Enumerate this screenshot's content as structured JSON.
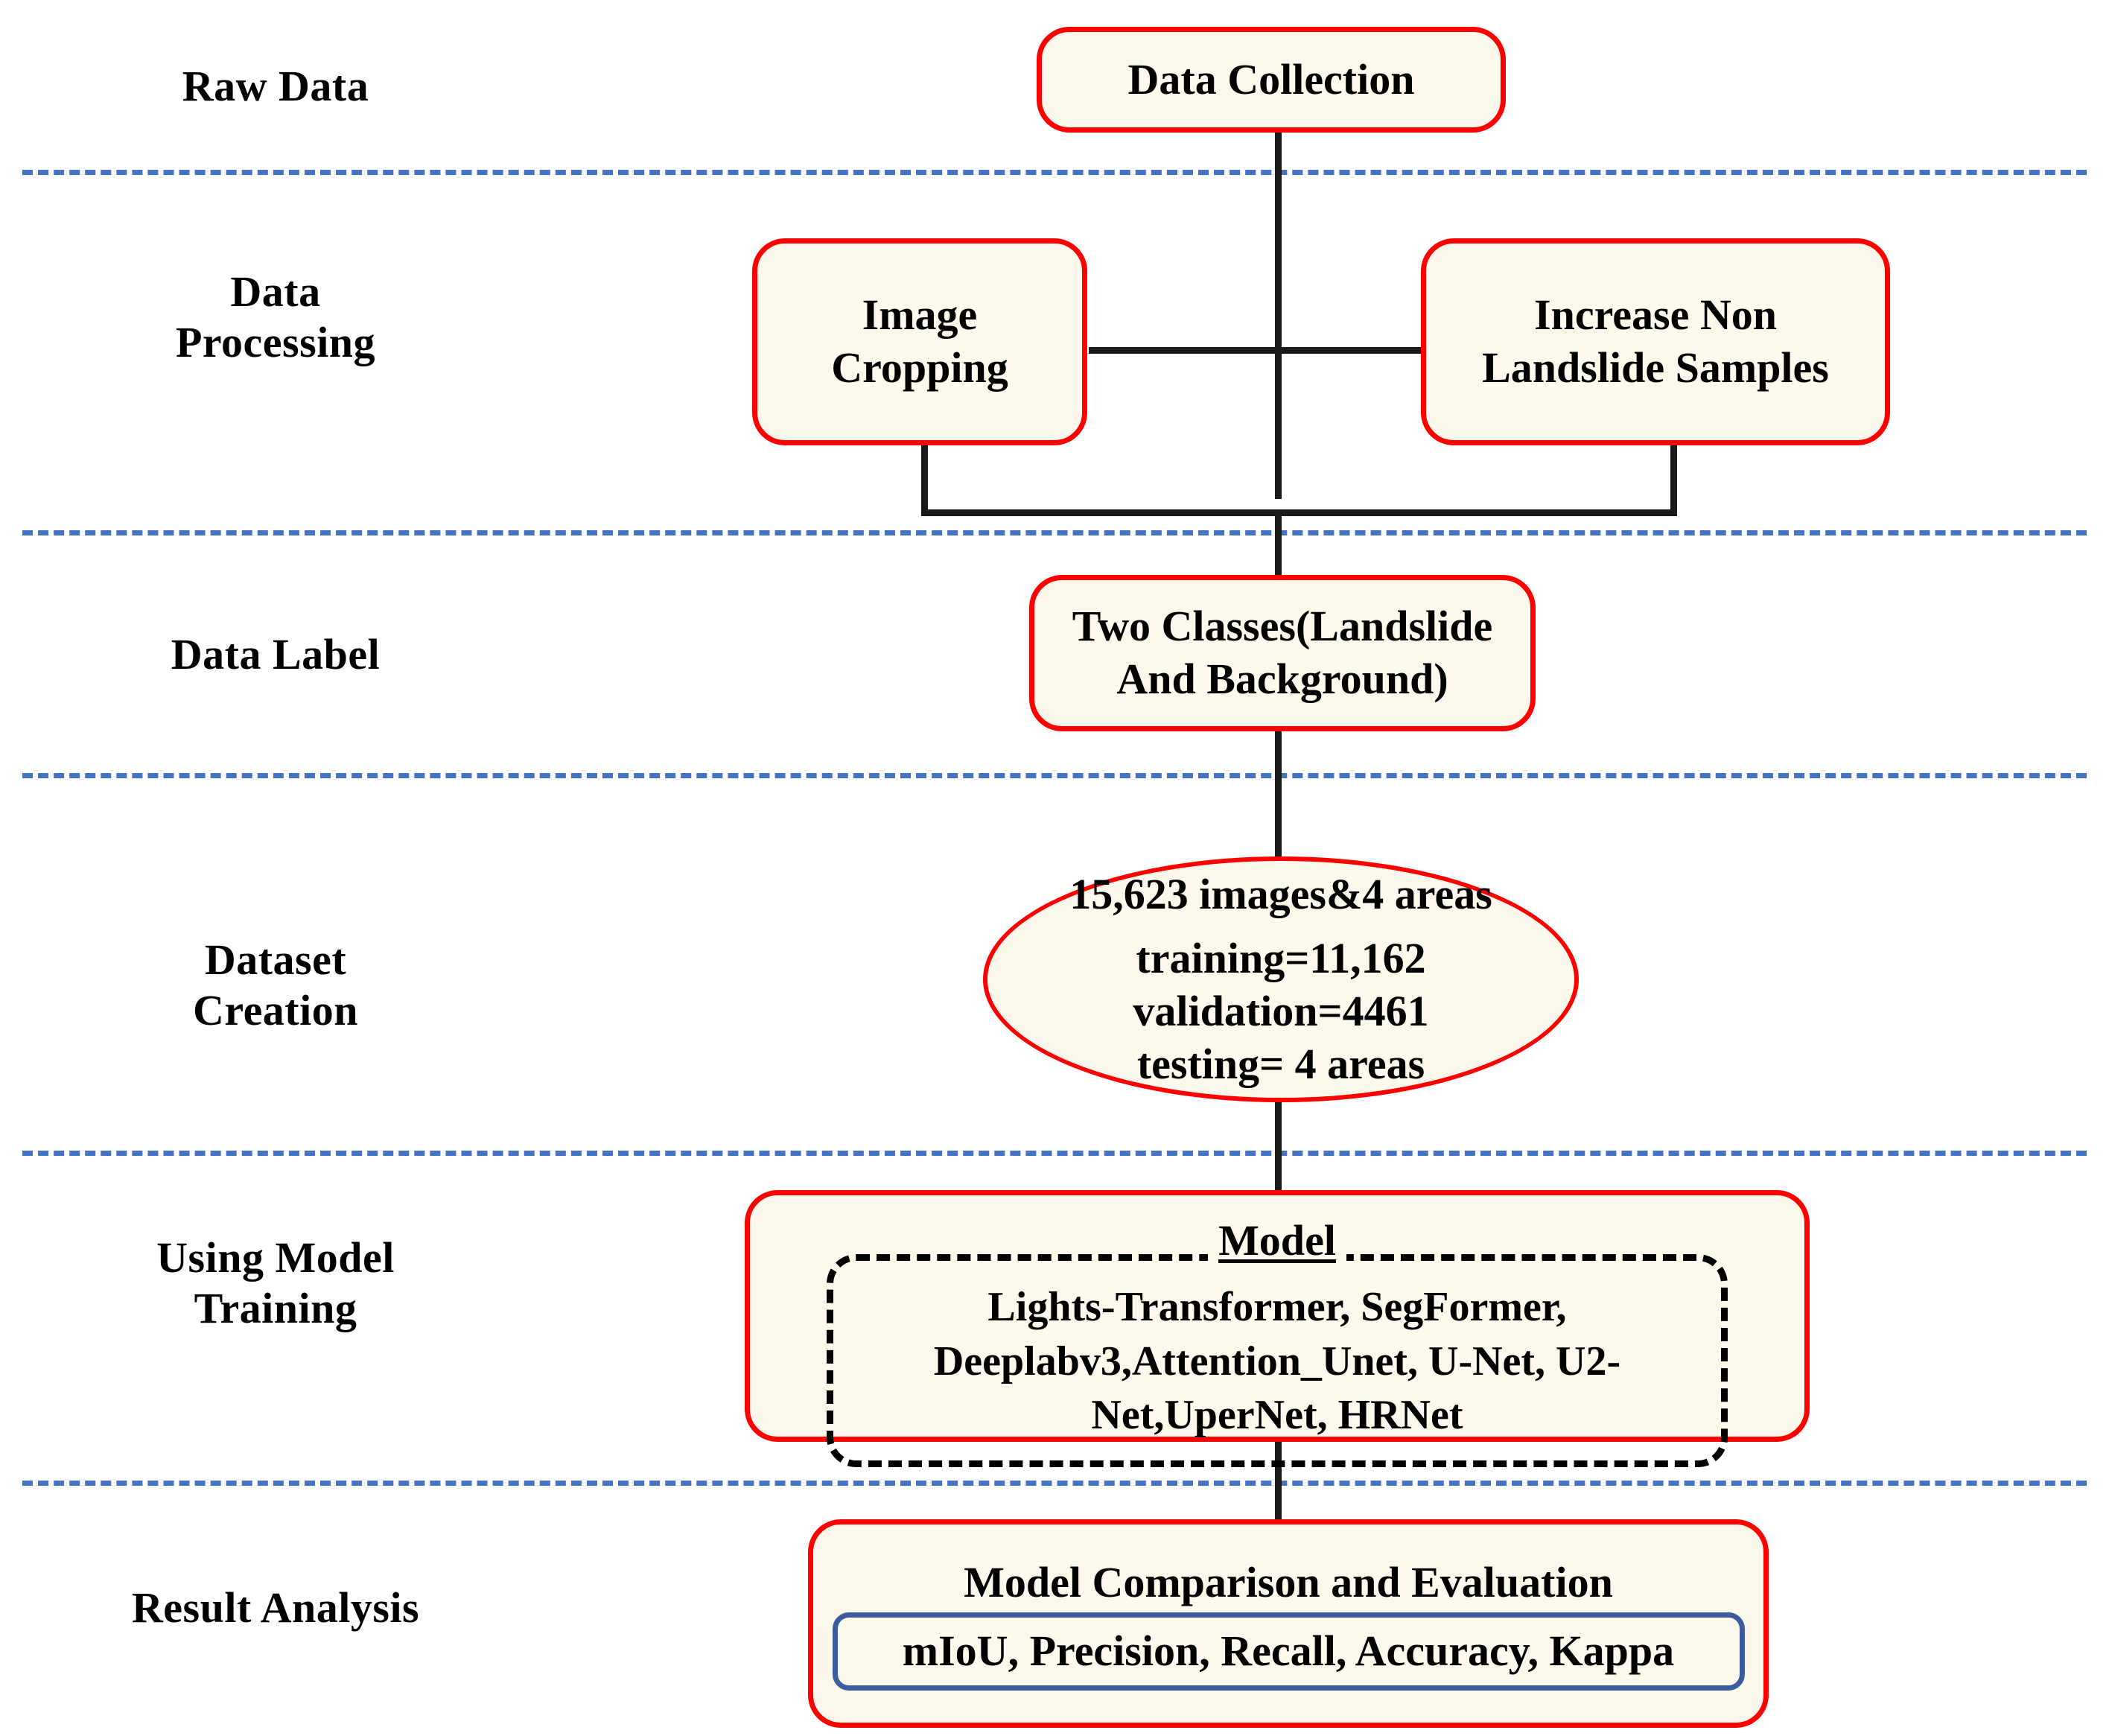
{
  "diagram": {
    "title": "Landslide Detection Workflow",
    "colors": {
      "node_fill": "#FDF8EC",
      "node_border": "#FF0000",
      "divider": "#4472C4",
      "connector": "#1a1a1a",
      "inner_blue_border": "#3B5C9F",
      "inner_dashed_border": "#000000",
      "text": "#000000",
      "background": "#FFFFFF"
    }
  },
  "stages": [
    {
      "id": "raw-data",
      "label": "Raw Data"
    },
    {
      "id": "data-processing",
      "label": "Data\nProcessing"
    },
    {
      "id": "data-label",
      "label": "Data Label"
    },
    {
      "id": "dataset-creation",
      "label": "Dataset\nCreation"
    },
    {
      "id": "model-training",
      "label": "Using Model\nTraining"
    },
    {
      "id": "result-analysis",
      "label": "Result Analysis"
    }
  ],
  "nodes": {
    "data_collection": {
      "text": "Data Collection",
      "shape": "rounded-rect"
    },
    "image_cropping": {
      "shape": "rounded-rect",
      "lines": [
        "Image",
        "Cropping"
      ]
    },
    "increase_non_landslide": {
      "shape": "rounded-rect",
      "lines": [
        "Increase Non",
        "Landslide Samples"
      ]
    },
    "two_classes": {
      "shape": "rounded-rect",
      "lines": [
        "Two Classes(Landslide",
        "And Background)"
      ]
    },
    "dataset_ellipse": {
      "shape": "ellipse",
      "lines": [
        "15,623 images&4 areas",
        "training=11,162",
        "validation=4461",
        "testing= 4 areas"
      ]
    },
    "model_box": {
      "shape": "rounded-rect",
      "title": "Model",
      "inner_lines": [
        "Lights-Transformer, SegFormer,",
        "Deeplabv3,Attention_Unet, U-Net, U2-",
        "Net,UperNet, HRNet"
      ]
    },
    "result_box": {
      "shape": "rounded-rect",
      "title": "Model Comparison and Evaluation",
      "metrics": "mIoU, Precision, Recall, Accuracy, Kappa"
    }
  }
}
